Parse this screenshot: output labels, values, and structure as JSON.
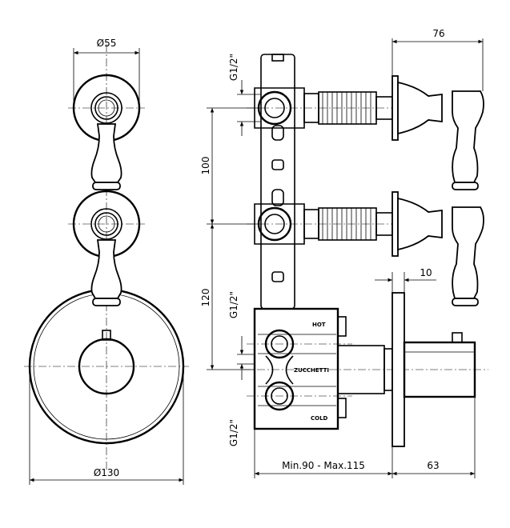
{
  "dimensions": {
    "d55": "Ø55",
    "d130": "Ø130",
    "w76": "76",
    "w10": "10",
    "w63": "63",
    "h100": "100",
    "h120": "120",
    "g_top": "G1/2\"",
    "g_mid": "G1/2\"",
    "g_bot": "G1/2\"",
    "minmax": "Min.90 - Max.115"
  },
  "labels": {
    "hot": "HOT",
    "brand": "ZUCCHETTI",
    "cold": "COLD"
  }
}
